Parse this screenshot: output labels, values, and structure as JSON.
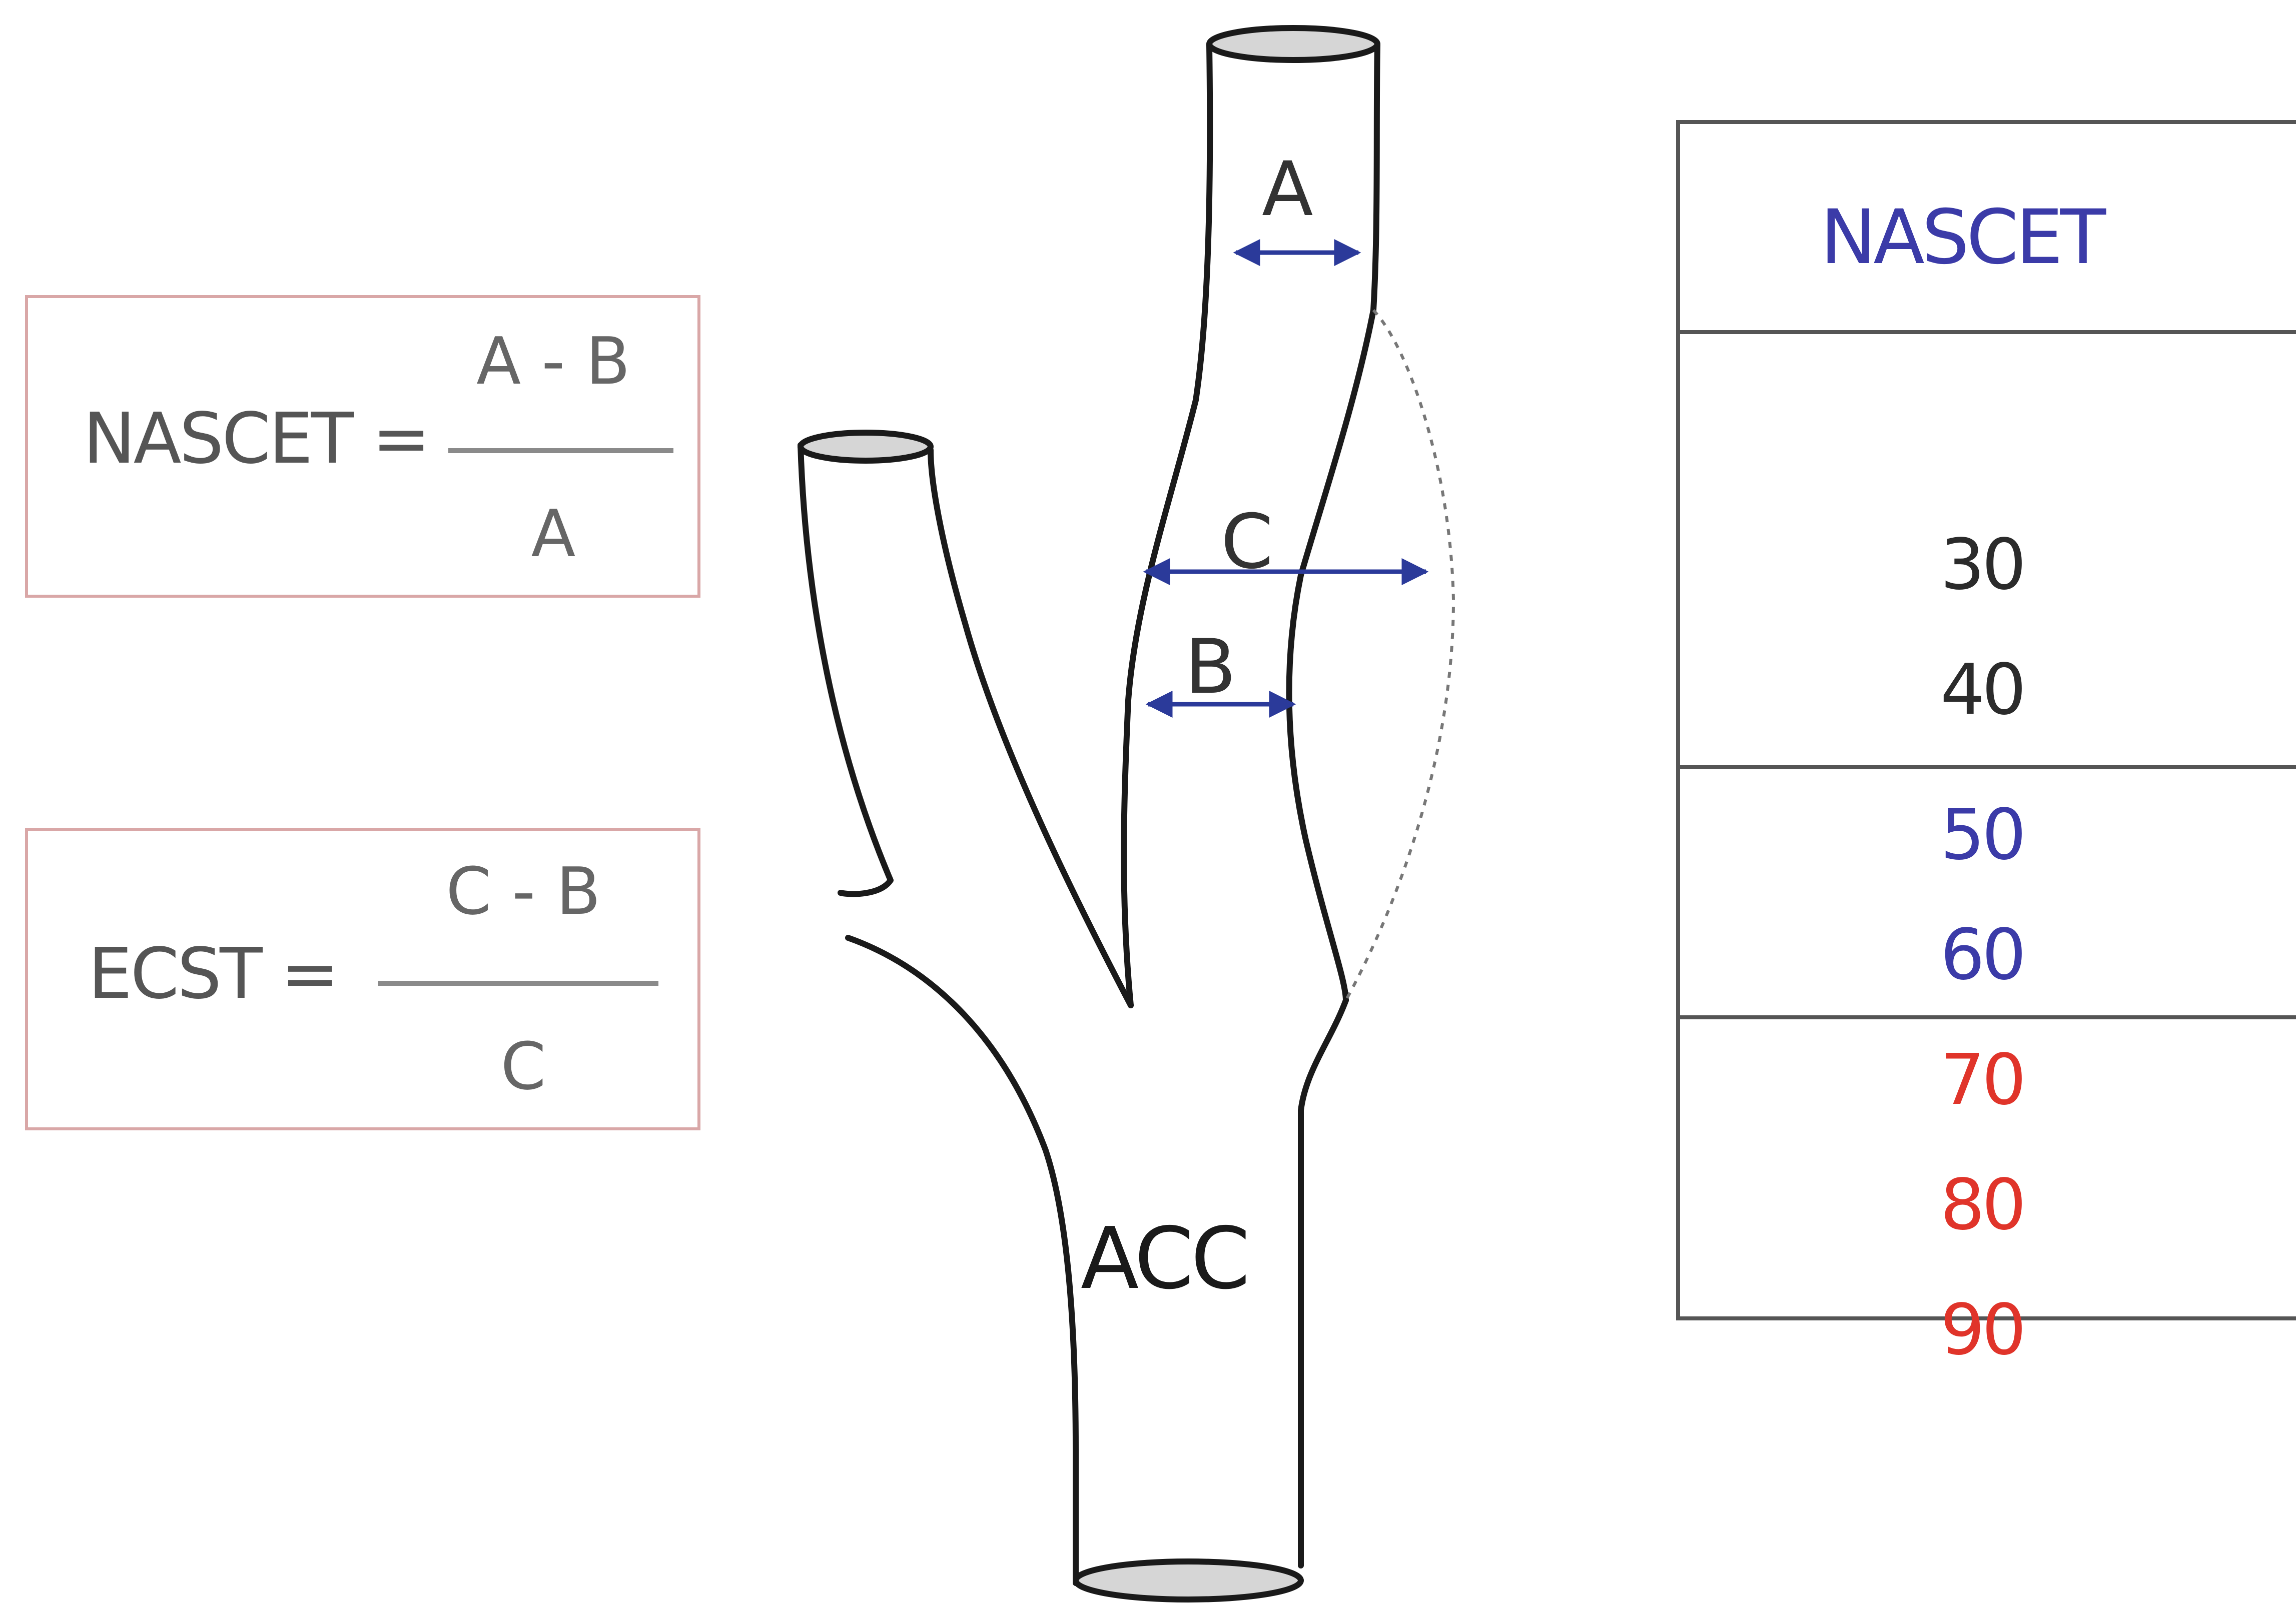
{
  "formulas": {
    "nascet": {
      "lhs": "NASCET =",
      "numerator": "A - B",
      "denominator": "A"
    },
    "ecst": {
      "lhs": "ECST =",
      "numerator": "C - B",
      "denominator": "C"
    }
  },
  "diagram": {
    "labels": {
      "a": "A",
      "b": "B",
      "c": "C",
      "acc": "ACC"
    }
  },
  "table": {
    "header": "NASCET",
    "groups": [
      {
        "values": [
          "30",
          "40"
        ],
        "color": "#2b2b2b"
      },
      {
        "values": [
          "50",
          "60"
        ],
        "color": "#3b3ba8"
      },
      {
        "values": [
          "70",
          "80",
          "90"
        ],
        "color": "#e0342a"
      }
    ]
  },
  "colors": {
    "vessel_outline": "#1a1a1a",
    "measure_arrow": "#2b3a9a",
    "formula_border": "#d9a7a7",
    "table_border": "#555555"
  }
}
